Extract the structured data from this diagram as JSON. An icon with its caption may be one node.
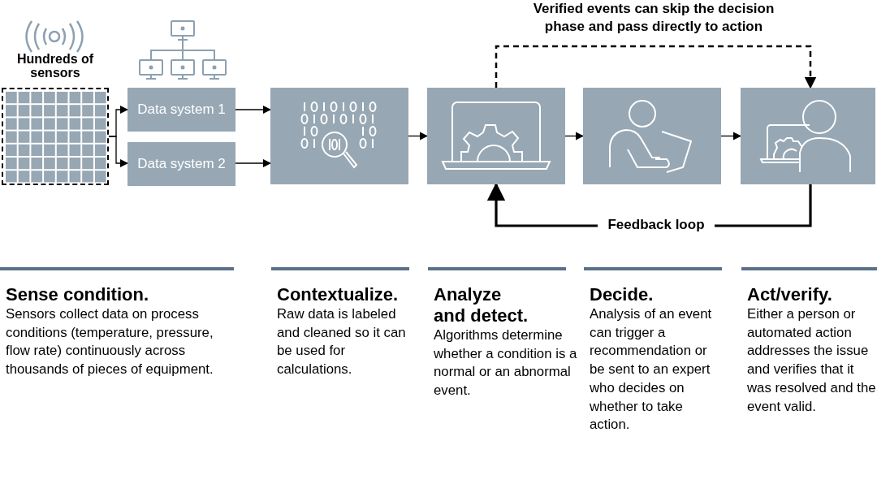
{
  "diagram": {
    "nodes": [
      {
        "text": [
          "Hundreds of sensors"
        ]
      },
      {
        "text": [
          "Data system 1"
        ]
      },
      {
        "text": [
          "Data system 2"
        ]
      },
      {
        "text": [],
        "shape": "box"
      },
      {
        "text": [],
        "shape": "box"
      },
      {
        "text": [],
        "shape": "box"
      },
      {
        "text": [],
        "shape": "box"
      }
    ],
    "edges": [
      {
        "from": 0,
        "to": 1,
        "arrow": "to"
      },
      {
        "from": 0,
        "to": 2,
        "arrow": "to"
      },
      {
        "from": 1,
        "to": 3,
        "arrow": "to"
      },
      {
        "from": 2,
        "to": 3,
        "arrow": "to"
      },
      {
        "from": 3,
        "to": 4,
        "arrow": "to"
      },
      {
        "from": 4,
        "to": 5,
        "arrow": "to"
      },
      {
        "from": 5,
        "to": 6,
        "arrow": "to"
      },
      {
        "from": 4,
        "to": 6,
        "arrow": "to",
        "style": "dashed",
        "label": "Verified events can skip the decision phase and pass directly to action"
      },
      {
        "from": 6,
        "to": 4,
        "arrow": "to",
        "style": "thick",
        "label": "Feedback loop"
      }
    ],
    "labels": [
      "Sense condition.",
      "Sensors collect data on process conditions (temperature, pressure, flow rate) continuously across thousands of pieces of equipment.",
      "Contextualize.",
      "Raw data is labeled and cleaned so it can be used for calculations.",
      "Analyze and detect.",
      "Algorithms determine whether a condition is a normal or an abnormal event.",
      "Decide.",
      "Analysis of an event can trigger a recommendation or be sent to an expert who decides on whether to take action.",
      "Act/verify.",
      "Either a person or automated action addresses the issue and verifies that it was resolved and the event valid."
    ]
  }
}
